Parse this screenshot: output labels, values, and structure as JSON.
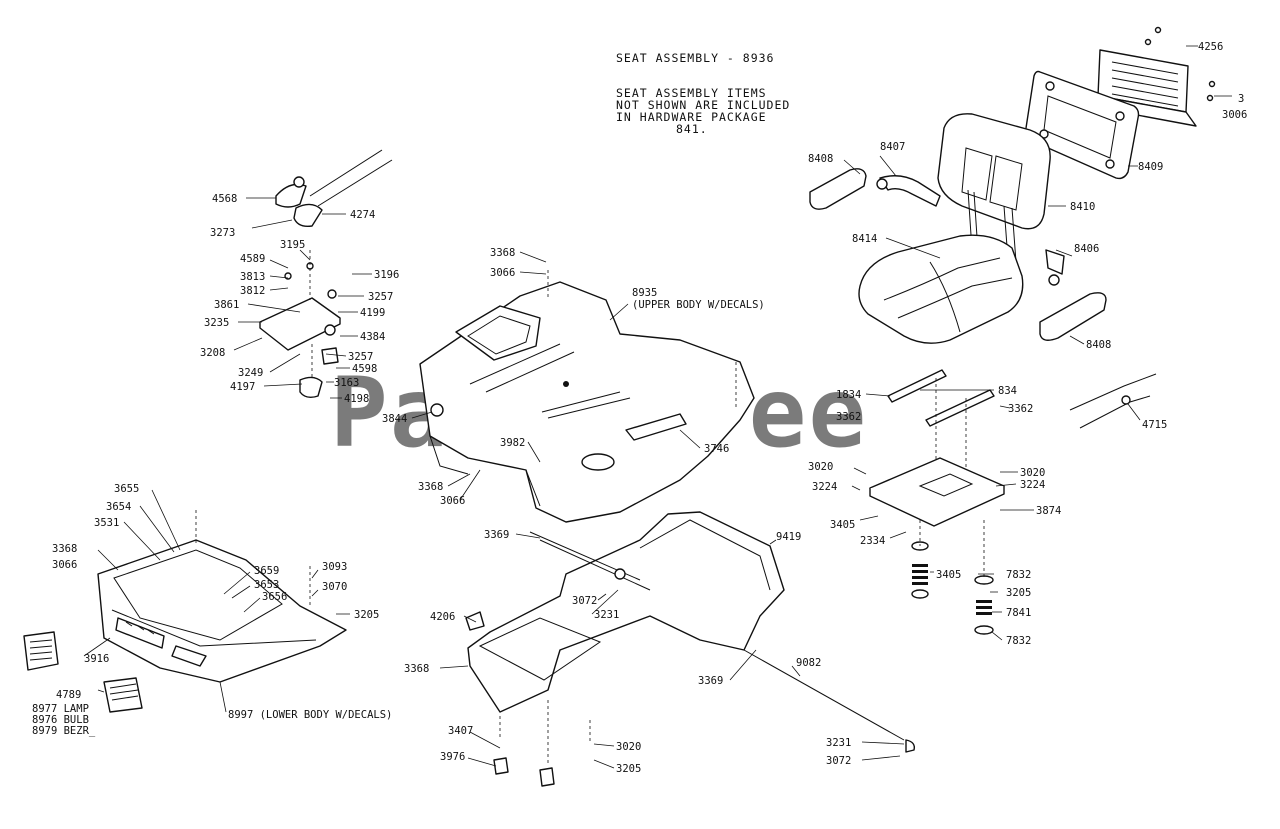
{
  "header": {
    "title": "SEAT ASSEMBLY - 8936",
    "note_lines": [
      "SEAT ASSEMBLY ITEMS",
      "NOT SHOWN ARE INCLUDED",
      "IN HARDWARE PACKAGE",
      "841."
    ]
  },
  "watermark": "PartsTree",
  "callouts": {
    "c4256": "4256",
    "c3": "3",
    "c3006": "3006",
    "c8409": "8409",
    "c8408a": "8408",
    "c8407": "8407",
    "c8410": "8410",
    "c8414": "8414",
    "c8406": "8406",
    "c8408b": "8408",
    "c4715": "4715",
    "c1834": "1834",
    "c834": "834",
    "c3362a": "3362",
    "c3362b": "3362",
    "c3020a": "3020",
    "c3224a": "3224",
    "c3020b": "3020",
    "c3224b": "3224",
    "c3874": "3874",
    "c3405a": "3405",
    "c2334": "2334",
    "c3405b": "3405",
    "c7832a": "7832",
    "c3205a": "3205",
    "c7841": "7841",
    "c7832b": "7832",
    "c4568": "4568",
    "c3273": "3273",
    "c4274": "4274",
    "c3195": "3195",
    "c4589": "4589",
    "c3813": "3813",
    "c3812": "3812",
    "c3196": "3196",
    "c3257a": "3257",
    "c4199": "4199",
    "c3861": "3861",
    "c3235": "3235",
    "c3208": "3208",
    "c4384": "4384",
    "c3257b": "3257",
    "c4598": "4598",
    "c3249": "3249",
    "c4197": "4197",
    "c3163": "3163",
    "c4198": "4198",
    "c3368a": "3368",
    "c3066a": "3066",
    "c8935": "8935",
    "c8935desc": "(UPPER BODY W/DECALS)",
    "c3844": "3844",
    "c3982": "3982",
    "c3746": "3746",
    "c3368b": "3368",
    "c3066b": "3066",
    "c3655": "3655",
    "c3654": "3654",
    "c3531": "3531",
    "c3368c": "3368",
    "c3066c": "3066",
    "c3659": "3659",
    "c3653": "3653",
    "c3656": "3656",
    "c3093": "3093",
    "c3070": "3070",
    "c3205b": "3205",
    "c3916": "3916",
    "c4789": "4789",
    "c8977": "8977 LAMP",
    "c8976": "8976 BULB",
    "c8979": "8979 BEZR_",
    "c8997": "8997 (LOWER BODY W/DECALS)",
    "c3369a": "3369",
    "c9419": "9419",
    "c3072a": "3072",
    "c3231a": "3231",
    "c4206": "4206",
    "c3368d": "3368",
    "c3369b": "3369",
    "c9082": "9082",
    "c3407": "3407",
    "c3976": "3976",
    "c3020c": "3020",
    "c3205c": "3205",
    "c3231b": "3231",
    "c3072b": "3072"
  }
}
